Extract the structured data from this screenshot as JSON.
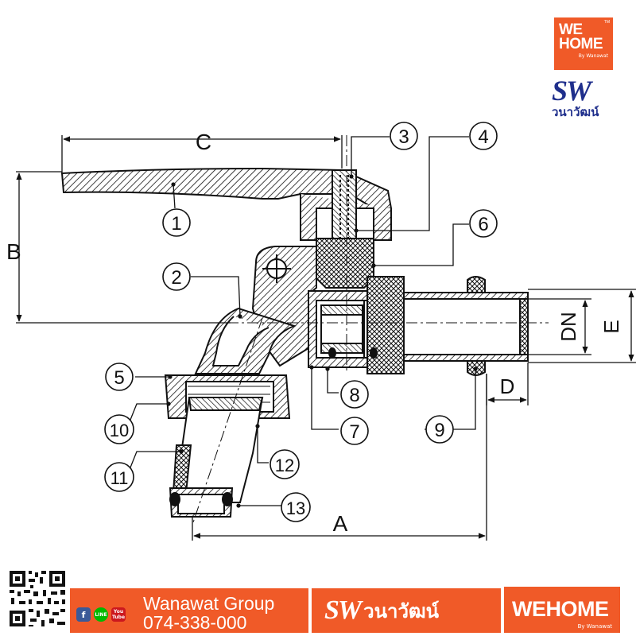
{
  "branding": {
    "wehome_line1": "WE",
    "wehome_line2": "HOME",
    "wehome_byline": "By Wanawat",
    "wehome_tm": "TM",
    "sw_mark": "SW",
    "sw_thai": "วนาวัฒน์"
  },
  "diagram": {
    "part_labels": [
      "1",
      "2",
      "3",
      "4",
      "5",
      "6",
      "7",
      "8",
      "9",
      "10",
      "11",
      "12",
      "13"
    ],
    "dimensions": {
      "a": "A",
      "b": "B",
      "c": "C",
      "d": "D",
      "e": "E",
      "dn": "DN"
    }
  },
  "footer": {
    "company": "Wanawat Group",
    "phone": "074-338-000",
    "social_facebook": "f",
    "social_line": "LINE",
    "social_youtube": "You Tube",
    "sw_mark": "SW",
    "sw_thai": "วนาวัฒน์",
    "wehome": "WEHOME",
    "wehome_byline": "By Wanawat"
  },
  "colors": {
    "brand_orange": "#f05a28",
    "brand_navy": "#1f2f8c",
    "line": "#111111"
  }
}
